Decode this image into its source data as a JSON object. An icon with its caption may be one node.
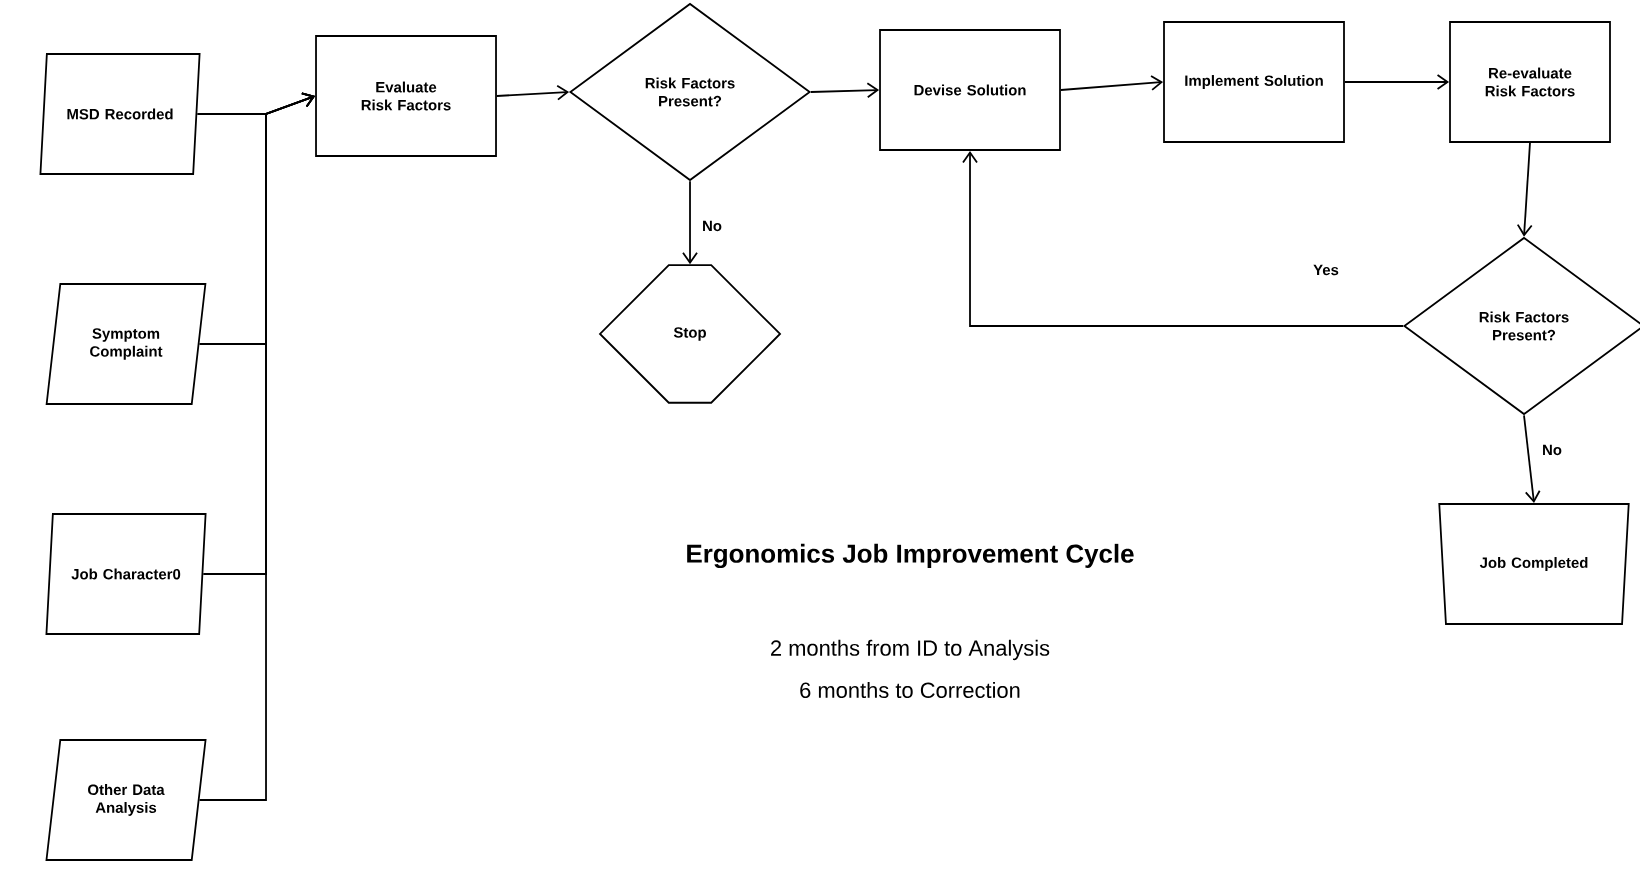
{
  "diagram": {
    "title": "Ergonomics Job Improvement Cycle",
    "nodes": [
      {
        "text": [
          "MSD Recorded"
        ]
      },
      {
        "text": [
          "Symptom Complaint"
        ]
      },
      {
        "text": [
          "Job Character0"
        ]
      },
      {
        "text": [
          "Other Data Analysis"
        ]
      },
      {
        "text": [
          "Evaluate Risk Factors"
        ]
      },
      {
        "text": [
          "Risk Factors Present?"
        ]
      },
      {
        "text": [
          "Stop"
        ]
      },
      {
        "text": [
          "Devise Solution"
        ]
      },
      {
        "text": [
          "Implement Solution"
        ]
      },
      {
        "text": [
          "Re-evaluate Risk Factors"
        ]
      },
      {
        "text": [
          "Risk Factors Present?"
        ]
      },
      {
        "text": [
          "Job Completed"
        ]
      }
    ],
    "edges": [
      {
        "from": 0,
        "to": 4,
        "arrow": "to"
      },
      {
        "from": 1,
        "to": 4,
        "arrow": "to"
      },
      {
        "from": 2,
        "to": 4,
        "arrow": "to"
      },
      {
        "from": 3,
        "to": 4,
        "arrow": "to"
      },
      {
        "from": 4,
        "to": 5,
        "arrow": "to"
      },
      {
        "from": 5,
        "to": 6,
        "arrow": "to",
        "label": "No"
      },
      {
        "from": 5,
        "to": 7,
        "arrow": "to"
      },
      {
        "from": 7,
        "to": 8,
        "arrow": "to"
      },
      {
        "from": 8,
        "to": 9,
        "arrow": "to"
      },
      {
        "from": 9,
        "to": 10,
        "arrow": "to"
      },
      {
        "from": 10,
        "to": 7,
        "arrow": "to",
        "label": "Yes"
      },
      {
        "from": 10,
        "to": 11,
        "arrow": "to",
        "label": "No"
      }
    ],
    "labels": [
      "2 months from ID to Analysis",
      "6 months to Correction"
    ]
  }
}
